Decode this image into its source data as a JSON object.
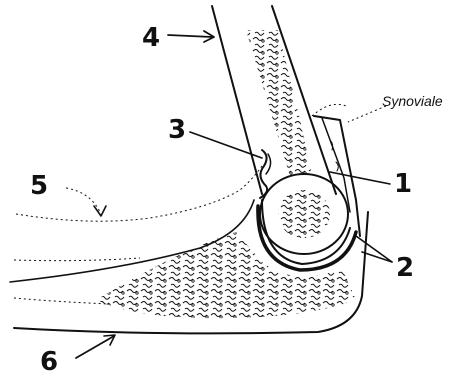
{
  "diagram": {
    "labels": {
      "n1": "1",
      "n2": "2",
      "n3": "3",
      "n4": "4",
      "n5": "5",
      "n6": "6",
      "synoviale": "Synoviale"
    },
    "colors": {
      "ink": "#111111",
      "background": "#ffffff"
    }
  }
}
